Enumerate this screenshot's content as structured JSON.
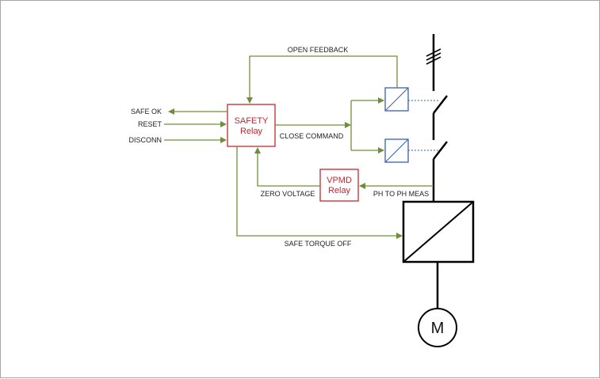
{
  "safety_relay": {
    "line1": "SAFETY",
    "line2": "Relay"
  },
  "vpmd_relay": {
    "line1": "VPMD",
    "line2": "Relay"
  },
  "inputs": {
    "safe_ok": "SAFE OK",
    "reset": "RESET",
    "disconn": "DISCONN"
  },
  "signals": {
    "open_feedback": "OPEN FEEDBACK",
    "close_command": "CLOSE COMMAND",
    "zero_voltage": "ZERO VOLTAGE",
    "ph_to_ph_meas": "PH TO PH MEAS",
    "safe_torque_off": "SAFE TORQUE OFF"
  },
  "motor": {
    "label": "M"
  },
  "colors": {
    "signal_line": "#6e8f3a",
    "relay_border": "#c0282d",
    "contactor_coil": "#3a5fae",
    "power_line": "#000000"
  }
}
